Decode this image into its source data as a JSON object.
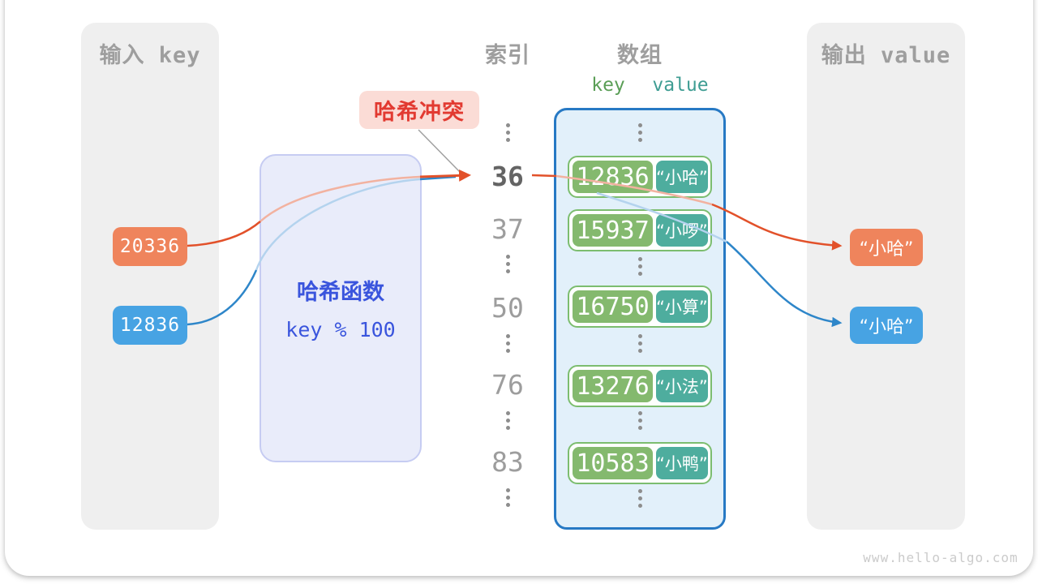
{
  "page": {
    "watermark": "www.hello-algo.com"
  },
  "colors": {
    "orange": "#ef845c",
    "orange_stroke": "#e2512a",
    "blue": "#47a3e3",
    "blue_stroke": "#2e86c9",
    "green_key": "#84b96e",
    "teal_value": "#4ead9e",
    "entry_border": "#7cbd6f",
    "array_border": "#2779c4",
    "array_fill": "#e2f0fa",
    "hash_fill": "#e9ecfa",
    "hash_border": "#c6ccf2",
    "hash_text": "#3a55dd",
    "panel_fill": "#efefef",
    "panel_title": "#9e9e9e",
    "collision_bg": "#fbdcd6",
    "collision_text": "#e23a31",
    "index_text": "#9d9d9d",
    "index_highlight": "#646464",
    "key_header": "#5a9e56",
    "value_header": "#3f9d93"
  },
  "input_panel": {
    "title": "输入 key",
    "items": [
      {
        "label": "20336",
        "color": "orange"
      },
      {
        "label": "12836",
        "color": "blue"
      }
    ]
  },
  "hash_function": {
    "title": "哈希函数",
    "formula": "key % 100"
  },
  "collision": {
    "label": "哈希冲突"
  },
  "index_column": {
    "title": "索引",
    "highlighted": "36",
    "values": [
      "36",
      "37",
      "50",
      "76",
      "83"
    ]
  },
  "array": {
    "title": "数组",
    "key_header": "key",
    "value_header": "value",
    "entries": [
      {
        "key": "12836",
        "value": "“小哈”"
      },
      {
        "key": "15937",
        "value": "“小啰”"
      },
      {
        "key": "16750",
        "value": "“小算”"
      },
      {
        "key": "13276",
        "value": "“小法”"
      },
      {
        "key": "10583",
        "value": "“小鸭”"
      }
    ]
  },
  "output_panel": {
    "title": "输出 value",
    "items": [
      {
        "label": "“小哈”",
        "color": "orange"
      },
      {
        "label": "“小哈”",
        "color": "blue"
      }
    ]
  }
}
